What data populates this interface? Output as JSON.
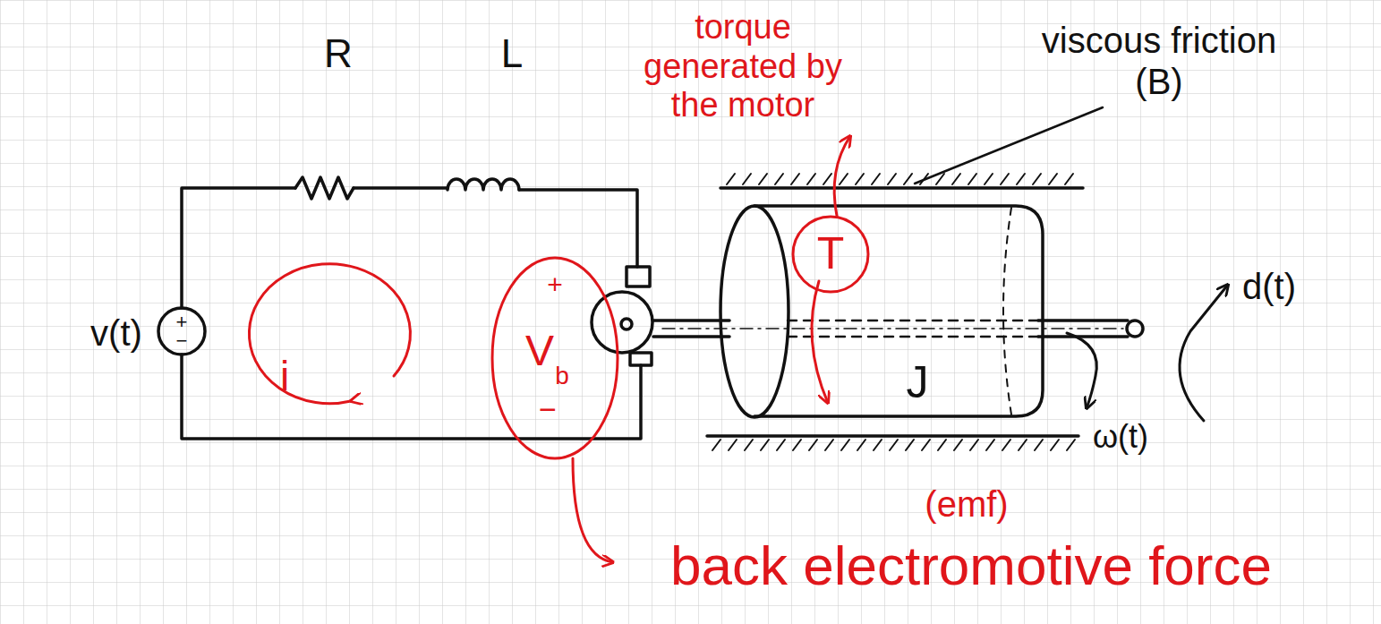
{
  "diagram": {
    "labels": [
      "torque generated by the motor",
      "R",
      "L",
      "viscous friction (B)",
      "v(t)",
      "+",
      "−",
      "i",
      "+",
      "V",
      "b",
      "−",
      "T",
      "J",
      "d(t)",
      "ω(t)",
      "(emf)",
      "back electromotive force"
    ]
  }
}
